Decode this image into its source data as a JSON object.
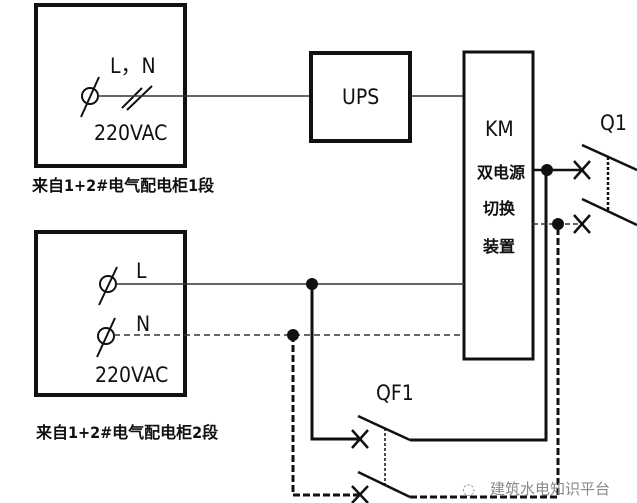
{
  "diagram": {
    "source1": {
      "terminal_label": "L，N",
      "voltage": "220VAC",
      "caption": "来自1+2#电气配电柜1段"
    },
    "source2": {
      "terminal_l": "L",
      "terminal_n": "N",
      "voltage": "220VAC",
      "caption": "来自1+2#电气配电柜2段"
    },
    "ups": {
      "label": "UPS"
    },
    "km": {
      "label": "KM",
      "desc_lines": [
        "双电源",
        "切换",
        "装置"
      ]
    },
    "q1": {
      "label": "Q1"
    },
    "qf1": {
      "label": "QF1"
    },
    "watermark": "建筑水电知识平台"
  }
}
